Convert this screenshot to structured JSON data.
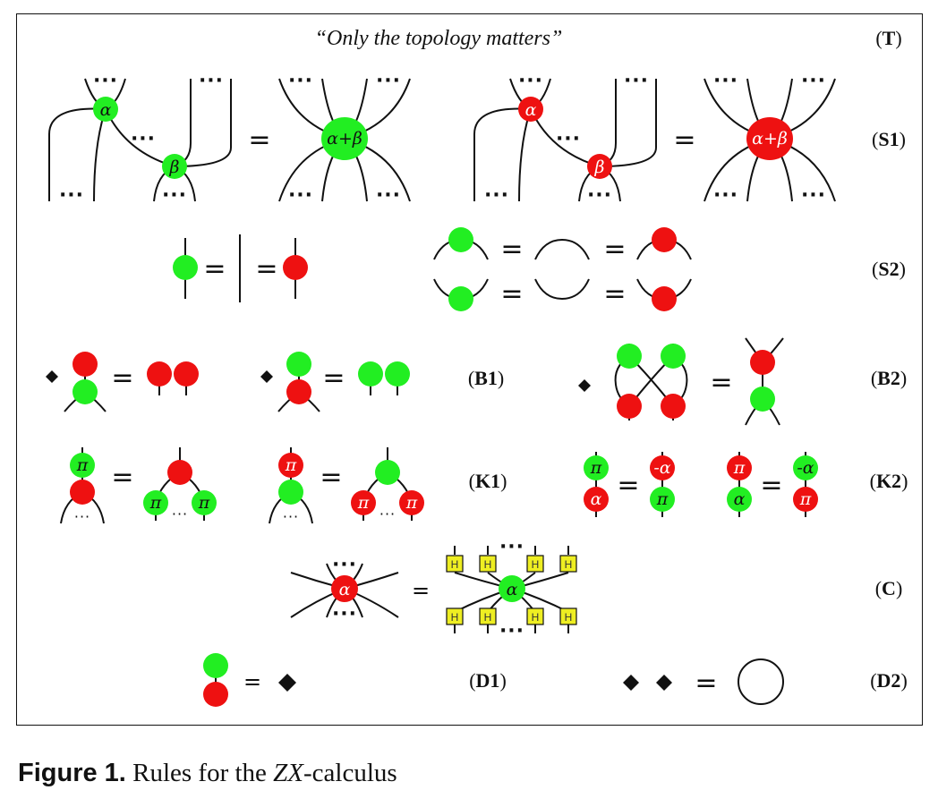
{
  "topology_note": "“Only the topology matters”",
  "labels": {
    "T": "T",
    "S1": "S1",
    "S2": "S2",
    "B1": "B1",
    "B2": "B2",
    "K1": "K1",
    "K2": "K2",
    "C": "C",
    "D1": "D1",
    "D2": "D2"
  },
  "phases": {
    "alpha": "α",
    "beta": "β",
    "alpha_plus_beta": "α+β",
    "pi": "π",
    "neg_alpha": "-α",
    "hadamard": "H"
  },
  "symbols": {
    "equals": "=",
    "ellipsis": "···"
  },
  "colors": {
    "green_spider": "#22ee22",
    "red_spider": "#ee1111",
    "hadamard_box": "#eeee22",
    "line": "#111111"
  },
  "caption": {
    "label": "Figure 1.",
    "text_before": " Rules for the ",
    "italic": "ZX",
    "text_after": "-calculus"
  }
}
